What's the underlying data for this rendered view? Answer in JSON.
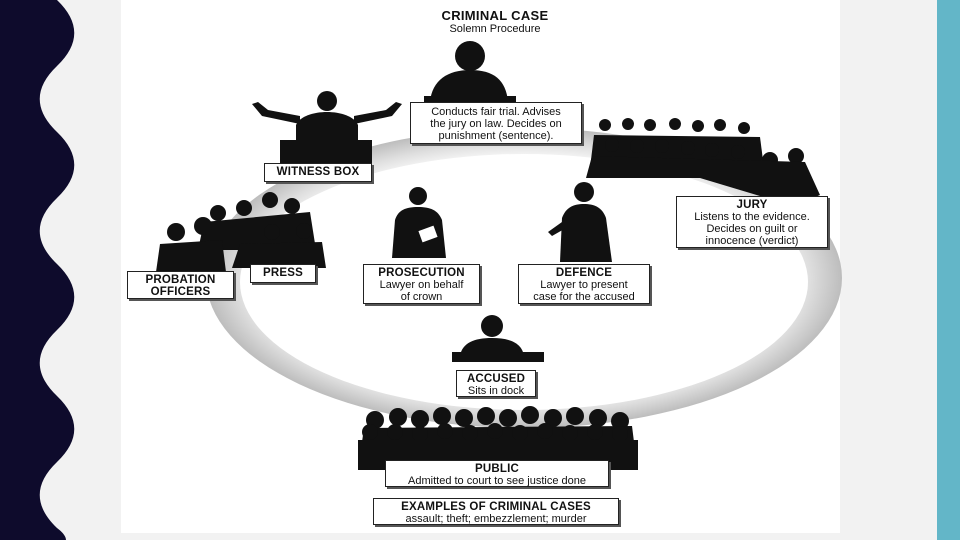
{
  "diagram": {
    "title": "CRIMINAL CASE",
    "subtitle": "Solemn Procedure",
    "judge": {
      "lines": [
        "Conducts fair trial. Advises",
        "the jury on law. Decides on",
        "punishment (sentence)."
      ]
    },
    "witness_box": {
      "heading": "WITNESS BOX"
    },
    "jury": {
      "heading": "JURY",
      "lines": [
        "Listens to the evidence.",
        "Decides on guilt or",
        "innocence (verdict)"
      ]
    },
    "probation_officers": {
      "heading_line1": "PROBATION",
      "heading_line2": "OFFICERS"
    },
    "press": {
      "heading": "PRESS"
    },
    "prosecution": {
      "heading": "PROSECUTION",
      "lines": [
        "Lawyer on behalf",
        "of crown"
      ]
    },
    "defence": {
      "heading": "DEFENCE",
      "lines": [
        "Lawyer to present",
        "case for the accused"
      ]
    },
    "accused": {
      "heading": "ACCUSED",
      "lines": [
        "Sits in dock"
      ]
    },
    "public": {
      "heading": "PUBLIC",
      "lines": [
        "Admitted to court to see justice done"
      ]
    },
    "examples": {
      "heading": "EXAMPLES OF CRIMINAL CASES",
      "lines": [
        "assault; theft; embezzlement; murder"
      ]
    }
  },
  "colors": {
    "left_band": "#0e0b2c",
    "right_bar": "#63b6c8",
    "page_bg": "#f2f2f2",
    "panel": "#ffffff",
    "silhouette": "#111111"
  }
}
